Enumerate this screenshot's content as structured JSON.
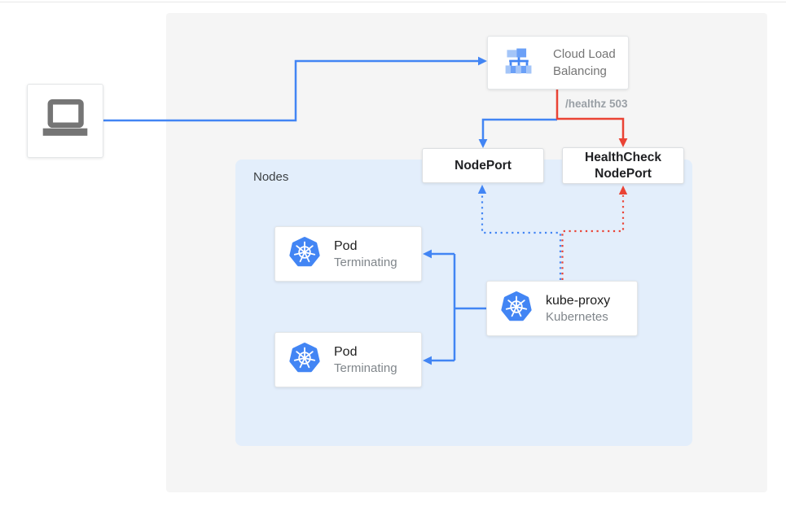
{
  "colors": {
    "accent_blue": "#4285f4",
    "accent_red": "#ea4335",
    "panel_bg": "#f5f5f5",
    "nodes_bg": "#e3eefb",
    "kubernetes_blue": "#4285f4",
    "laptop_gray": "#757575",
    "lb_icon_light_blue": "#a4c5f8",
    "lb_icon_medium_blue": "#6ba0f7"
  },
  "client": {
    "icon": "laptop-icon"
  },
  "load_balancer": {
    "icon": "load-balancer-icon",
    "label_line1": "Cloud Load",
    "label_line2": "Balancing"
  },
  "health_check_label": "/healthz 503",
  "node_port": {
    "label": "NodePort"
  },
  "health_check_node_port": {
    "label_line1": "HealthCheck",
    "label_line2": "NodePort"
  },
  "nodes": {
    "label": "Nodes"
  },
  "pods": [
    {
      "icon": "kubernetes-icon",
      "title": "Pod",
      "status": "Terminating"
    },
    {
      "icon": "kubernetes-icon",
      "title": "Pod",
      "status": "Terminating"
    }
  ],
  "kube_proxy": {
    "icon": "kubernetes-icon",
    "title": "kube-proxy",
    "subtitle": "Kubernetes"
  }
}
